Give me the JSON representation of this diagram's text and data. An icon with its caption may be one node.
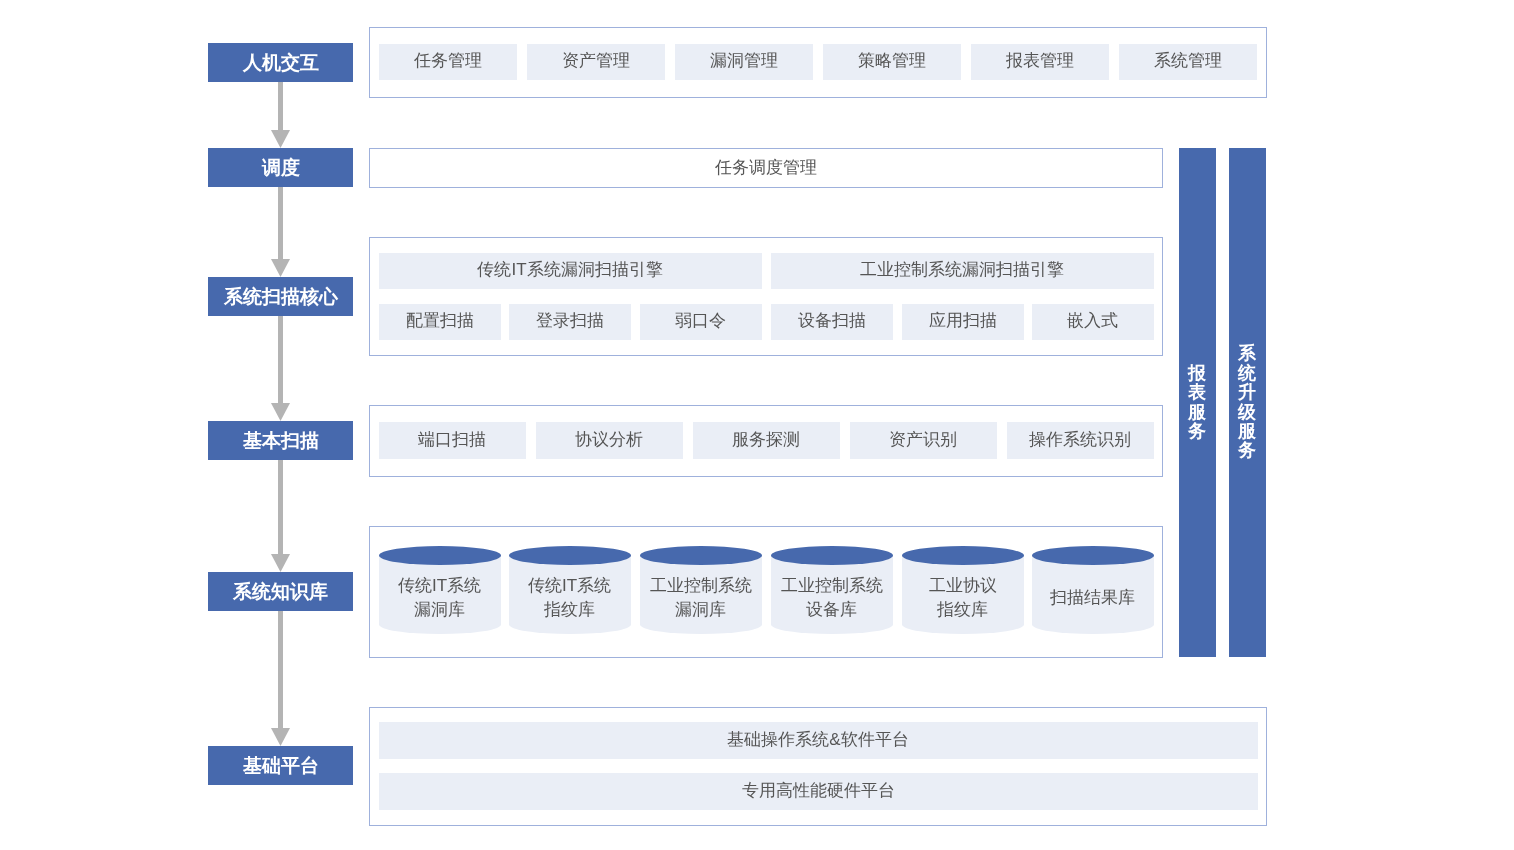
{
  "diagram": {
    "nodes": [
      {
        "text": [
          "人机交互"
        ]
      },
      {
        "text": [],
        "shape": "box"
      },
      {
        "text": [
          "任务管理"
        ],
        "in": 1
      },
      {
        "text": [
          "资产管理"
        ],
        "in": 1
      },
      {
        "text": [
          "漏洞管理"
        ],
        "in": 1
      },
      {
        "text": [
          "策略管理"
        ],
        "in": 1
      },
      {
        "text": [
          "报表管理"
        ],
        "in": 1
      },
      {
        "text": [
          "系统管理"
        ],
        "in": 1
      },
      {
        "text": [
          "调度"
        ]
      },
      {
        "text": [
          "任务调度管理"
        ]
      },
      {
        "text": [
          "报表服务"
        ]
      },
      {
        "text": [
          "系统升级服务"
        ]
      },
      {
        "text": [
          "系统扫描核心"
        ]
      },
      {
        "text": [],
        "shape": "box"
      },
      {
        "text": [
          "传统IT系统漏洞扫描引擎"
        ],
        "in": 13
      },
      {
        "text": [
          "工业控制系统漏洞扫描引擎"
        ],
        "in": 13
      },
      {
        "text": [
          "配置扫描"
        ],
        "in": 13
      },
      {
        "text": [
          "登录扫描"
        ],
        "in": 13
      },
      {
        "text": [
          "弱口令"
        ],
        "in": 13
      },
      {
        "text": [
          "设备扫描"
        ],
        "in": 13
      },
      {
        "text": [
          "应用扫描"
        ],
        "in": 13
      },
      {
        "text": [
          "嵌入式"
        ],
        "in": 13
      },
      {
        "text": [
          "基本扫描"
        ]
      },
      {
        "text": [],
        "shape": "box"
      },
      {
        "text": [
          "端口扫描"
        ],
        "in": 23
      },
      {
        "text": [
          "协议分析"
        ],
        "in": 23
      },
      {
        "text": [
          "服务探测"
        ],
        "in": 23
      },
      {
        "text": [
          "资产识别"
        ],
        "in": 23
      },
      {
        "text": [
          "操作系统识别"
        ],
        "in": 23
      },
      {
        "text": [
          "系统知识库"
        ]
      },
      {
        "text": [],
        "shape": "box"
      },
      {
        "text": [
          "传统IT系统漏洞库"
        ],
        "in": 30
      },
      {
        "text": [
          "传统IT系统指纹库"
        ],
        "in": 30
      },
      {
        "text": [
          "工业控制系统漏洞库"
        ],
        "in": 30
      },
      {
        "text": [
          "工业控制系统设备库"
        ],
        "in": 30
      },
      {
        "text": [
          "工业协议指纹库"
        ],
        "in": 30
      },
      {
        "text": [
          "扫描结果库"
        ],
        "in": 30
      },
      {
        "text": [
          "基础平台"
        ]
      },
      {
        "text": [],
        "shape": "box"
      },
      {
        "text": [
          "基础操作系统&软件平台"
        ],
        "in": 38
      },
      {
        "text": [
          "专用高性能硬件平台"
        ],
        "in": 38
      }
    ],
    "edges": [
      {
        "from": 0,
        "to": 8,
        "arrow": "to"
      },
      {
        "from": 8,
        "to": 12,
        "arrow": "to"
      },
      {
        "from": 12,
        "to": 22,
        "arrow": "to"
      },
      {
        "from": 22,
        "to": 29,
        "arrow": "to"
      },
      {
        "from": 29,
        "to": 37,
        "arrow": "to"
      }
    ]
  }
}
